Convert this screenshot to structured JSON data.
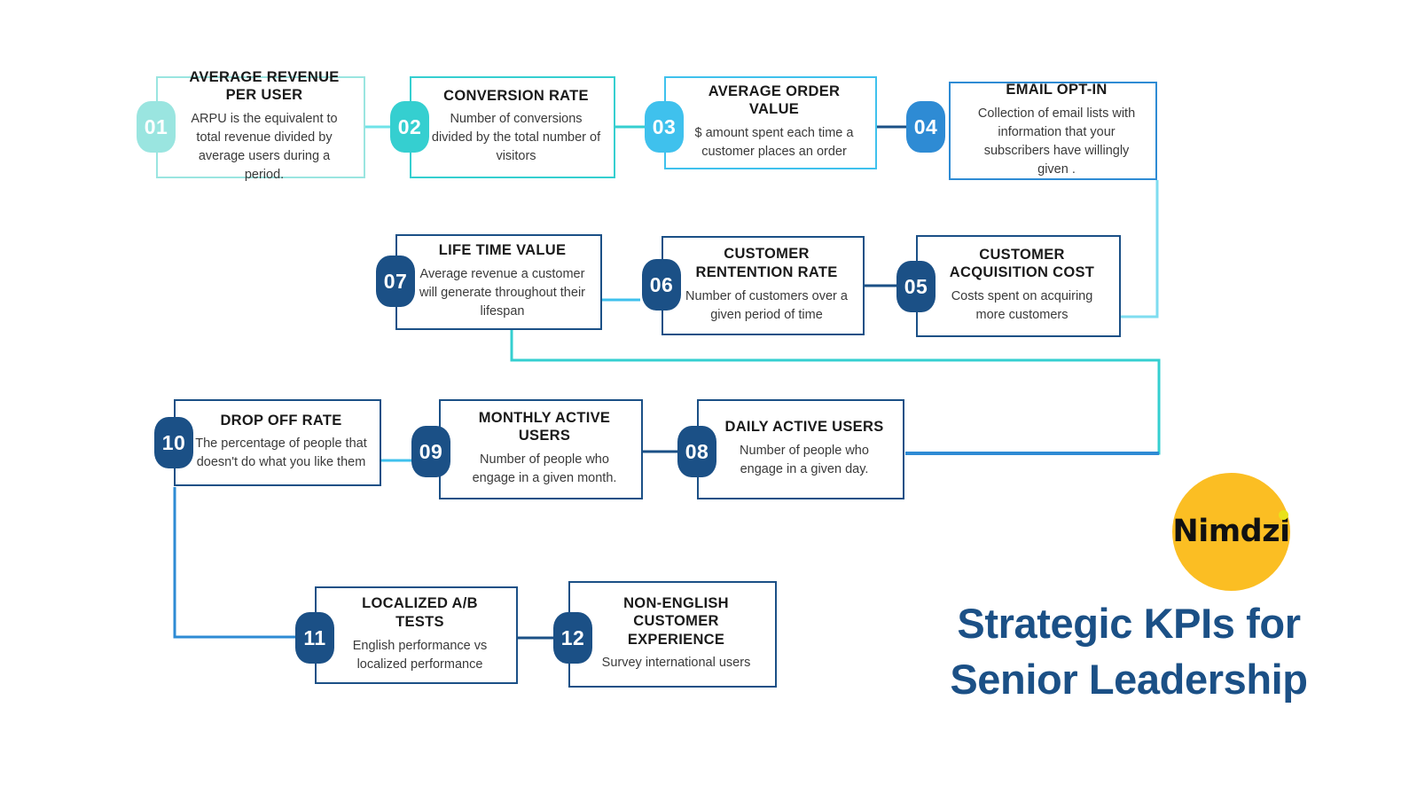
{
  "brand": {
    "logo_text": "Nimdzi",
    "logo_bg": "#FBBE23",
    "logo_dot": "#E8E21A",
    "headline_line1": "Strategic KPIs for",
    "headline_line2": "Senior Leadership",
    "headline_color": "#1B5086"
  },
  "palette": {
    "step01": "#9AE5E0",
    "step02": "#35CFD0",
    "step03": "#3FC1ED",
    "step04": "#2E8BD4",
    "navy": "#1B5086",
    "wire_cyan": "#6FE3E8",
    "wire_teal": "#35CFD0",
    "wire_sky": "#3FC1ED",
    "wire_blue": "#2E8BD4",
    "wire_navy": "#1B5086"
  },
  "kpis": [
    {
      "number": "01",
      "title": "AVERAGE REVENUE PER USER",
      "description": "ARPU is the equivalent to total revenue divided by average users during a period.",
      "color": "#9AE5E0"
    },
    {
      "number": "02",
      "title": "CONVERSION RATE",
      "description": "Number of conversions divided by the total number of visitors",
      "color": "#35CFD0"
    },
    {
      "number": "03",
      "title": "AVERAGE ORDER VALUE",
      "description": "$ amount spent each time a customer places an order",
      "color": "#3FC1ED"
    },
    {
      "number": "04",
      "title": "EMAIL OPT-IN",
      "description": "Collection of email lists with information that your subscribers have willingly given .",
      "color": "#2E8BD4"
    },
    {
      "number": "05",
      "title": "CUSTOMER ACQUISITION COST",
      "description": "Costs spent on acquiring more customers",
      "color": "#1B5086"
    },
    {
      "number": "06",
      "title": "CUSTOMER RENTENTION RATE",
      "description": "Number of customers  over a given period of time",
      "color": "#1B5086"
    },
    {
      "number": "07",
      "title": "LIFE TIME VALUE",
      "description": "Average revenue  a customer will generate throughout their lifespan",
      "color": "#1B5086"
    },
    {
      "number": "08",
      "title": "DAILY ACTIVE USERS",
      "description": "Number of people who engage in a given day.",
      "color": "#1B5086"
    },
    {
      "number": "09",
      "title": "MONTHLY ACTIVE USERS",
      "description": "Number of people who engage in a given month.",
      "color": "#1B5086"
    },
    {
      "number": "10",
      "title": "DROP OFF RATE",
      "description": "The percentage of people that doesn't do what you like them",
      "color": "#1B5086"
    },
    {
      "number": "11",
      "title": "LOCALIZED A/B TESTS",
      "description": "English performance vs localized performance",
      "color": "#1B5086"
    },
    {
      "number": "12",
      "title": "NON-ENGLISH CUSTOMER EXPERIENCE",
      "description": "Survey international users",
      "color": "#1B5086"
    }
  ],
  "chart_data": {
    "type": "diagram",
    "title": "Strategic KPIs for Senior Leadership",
    "layout": "serpentine flow, 4 rows",
    "node_count": 12,
    "rows": [
      [
        "01",
        "02",
        "03",
        "04"
      ],
      [
        "07",
        "06",
        "05"
      ],
      [
        "10",
        "09",
        "08"
      ],
      [
        "11",
        "12"
      ]
    ],
    "flow_order": [
      "01",
      "02",
      "03",
      "04",
      "05",
      "06",
      "07",
      "08",
      "09",
      "10",
      "11",
      "12"
    ]
  }
}
